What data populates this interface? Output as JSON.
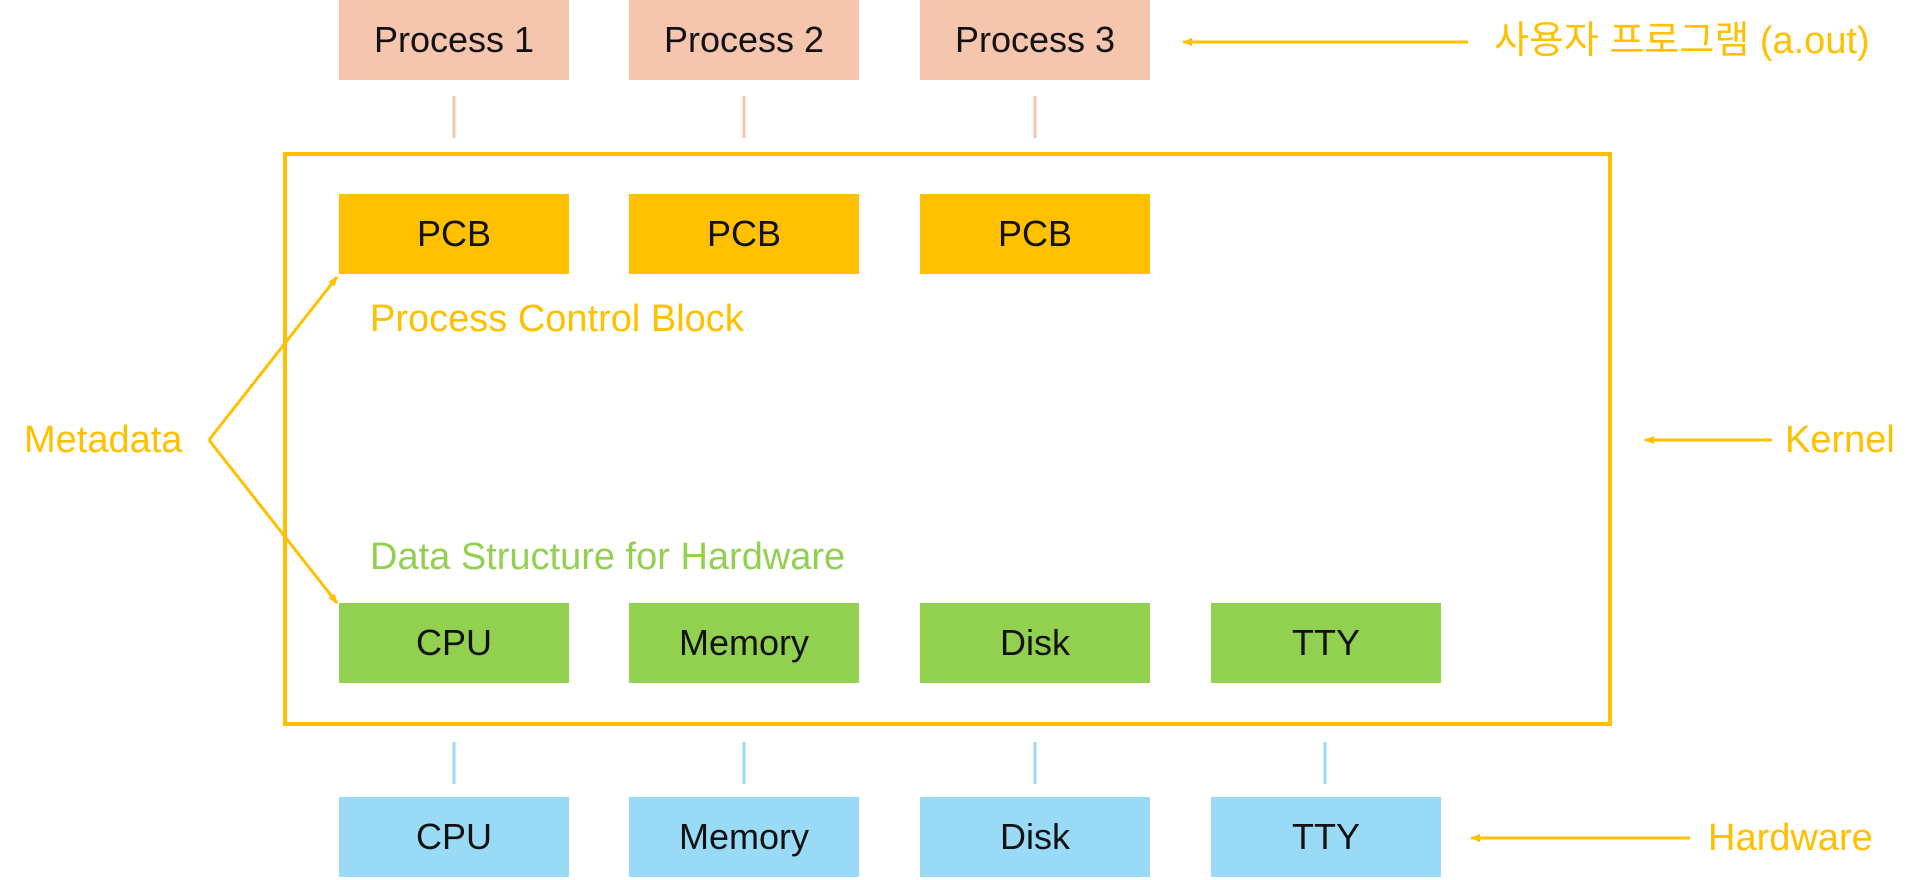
{
  "processes": [
    "Process 1",
    "Process 2",
    "Process 3"
  ],
  "pcbs": [
    "PCB",
    "PCB",
    "PCB"
  ],
  "pcb_caption": "Process Control Block",
  "data_structures_caption": "Data Structure for Hardware",
  "data_structures": [
    "CPU",
    "Memory",
    "Disk",
    "TTY"
  ],
  "hardware": [
    "CPU",
    "Memory",
    "Disk",
    "TTY"
  ],
  "labels": {
    "user_program": "사용자 프로그램 (a.out)",
    "kernel": "Kernel",
    "hardware": "Hardware",
    "metadata": "Metadata"
  },
  "colors": {
    "process": "#f5c5ad",
    "pcb": "#ffc000",
    "data_structure": "#92d050",
    "hardware": "#99dbf7",
    "annotation": "#ffc000"
  }
}
